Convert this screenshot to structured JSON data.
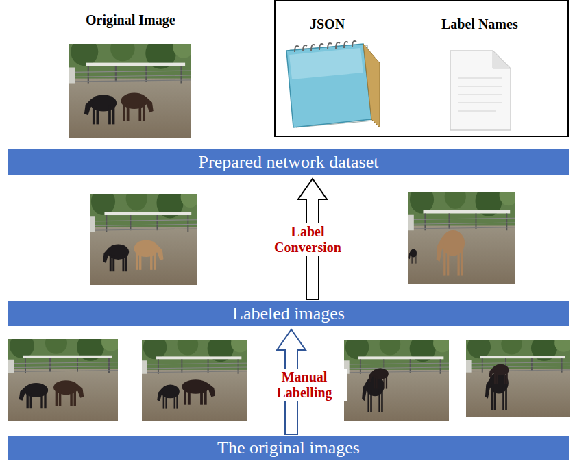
{
  "diagram": {
    "nodes": [
      {
        "text": [
          "JSON",
          "Label Names"
        ]
      },
      {
        "text": [
          "Prepared network dataset"
        ]
      },
      {
        "text": [
          "Labeled images"
        ]
      },
      {
        "text": [
          "The original images"
        ]
      }
    ],
    "edges": [
      {
        "from": 3,
        "to": 2,
        "arrow": "to",
        "label": "Manual Labelling"
      },
      {
        "from": 2,
        "to": 1,
        "arrow": "to",
        "label": "Label Conversion"
      }
    ],
    "labels": [
      "Original Image"
    ]
  }
}
